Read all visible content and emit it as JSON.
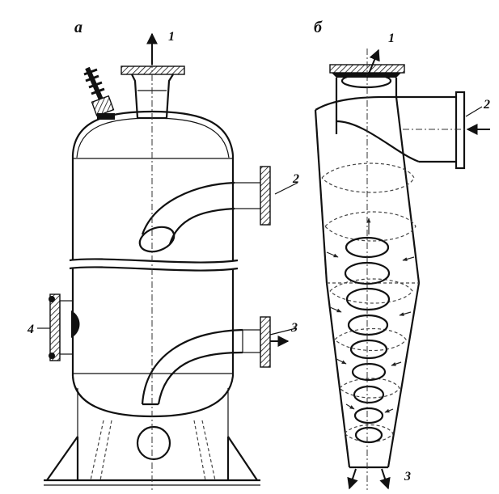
{
  "figure": {
    "panels": [
      {
        "id": "a",
        "label": "а"
      },
      {
        "id": "b",
        "label": "б"
      }
    ],
    "panel_a_labels": [
      "1",
      "2",
      "3",
      "4"
    ],
    "panel_b_labels": [
      "1",
      "2",
      "3"
    ]
  },
  "colors": {
    "ink": "#111111",
    "background": "#ffffff"
  }
}
